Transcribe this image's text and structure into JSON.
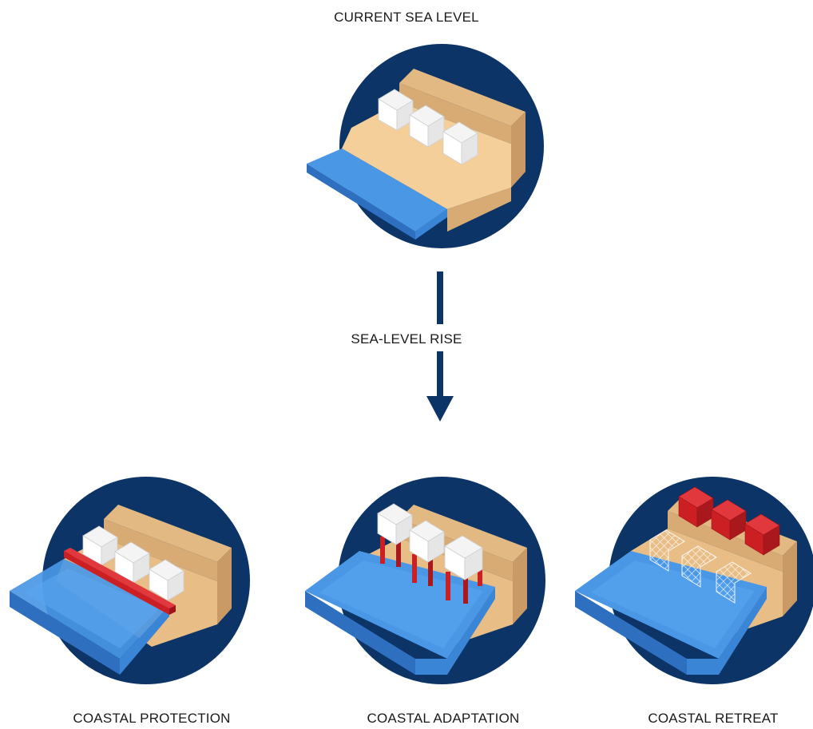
{
  "top": {
    "title": "CURRENT SEA LEVEL"
  },
  "arrow": {
    "label": "SEA-LEVEL RISE"
  },
  "scenarios": [
    {
      "label": "COASTAL PROTECTION"
    },
    {
      "label": "COASTAL ADAPTATION"
    },
    {
      "label": "COASTAL RETREAT"
    }
  ],
  "colors": {
    "circle": "#0c3466",
    "water": "#4a97e6",
    "water_dark": "#2f6fbf",
    "sand_light": "#f4cf9a",
    "sand": "#e2b883",
    "sand_dark": "#c99a65",
    "house": "#ffffff",
    "red": "#cc1f24",
    "arrow": "#0c3466"
  }
}
